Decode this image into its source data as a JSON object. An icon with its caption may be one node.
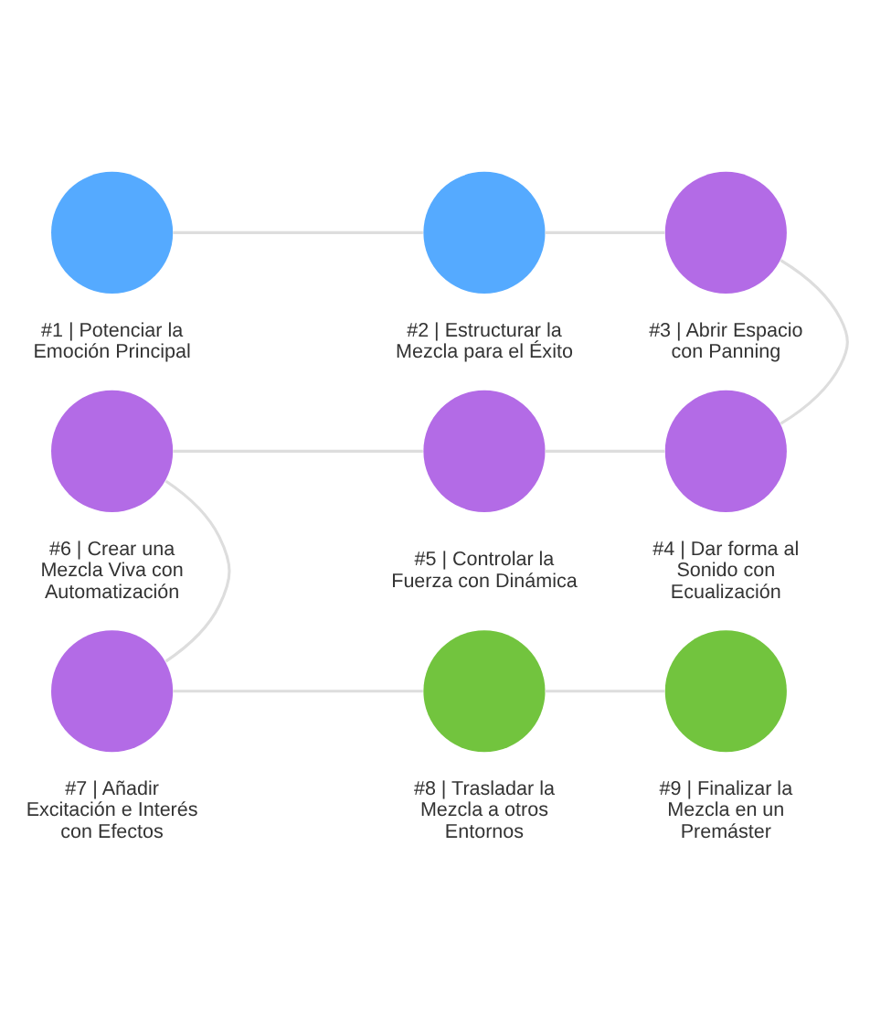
{
  "diagram": {
    "nodes": [
      {
        "text": [],
        "shape": "circle",
        "beside": [
          "#1 | Potenciar la Emoción Principal"
        ]
      },
      {
        "text": [],
        "shape": "circle",
        "beside": [
          "#2 | Estructurar la Mezcla para el Éxito"
        ]
      },
      {
        "text": [],
        "shape": "circle",
        "beside": [
          "#3 | Abrir Espacio con Panning"
        ]
      },
      {
        "text": [],
        "shape": "circle",
        "beside": [
          "#4 | Dar forma al Sonido con Ecualización"
        ]
      },
      {
        "text": [],
        "shape": "circle",
        "beside": [
          "#5 | Controlar la Fuerza con Dinámica"
        ]
      },
      {
        "text": [],
        "shape": "circle",
        "beside": [
          "#6 | Crear una Mezcla Viva con Automatización"
        ]
      },
      {
        "text": [],
        "shape": "circle",
        "beside": [
          "#7 | Añadir Excitación e Interés con Efectos"
        ]
      },
      {
        "text": [],
        "shape": "circle",
        "beside": [
          "#8 | Trasladar la Mezcla a otros Entornos"
        ]
      },
      {
        "text": [],
        "shape": "circle",
        "beside": [
          "#9 | Finalizar la Mezcla en un Premáster"
        ]
      }
    ],
    "edges": [
      {
        "from": 0,
        "to": 1,
        "arrow": "none"
      },
      {
        "from": 1,
        "to": 2,
        "arrow": "none"
      },
      {
        "from": 2,
        "to": 3,
        "arrow": "none"
      },
      {
        "from": 4,
        "to": 3,
        "arrow": "none"
      },
      {
        "from": 5,
        "to": 4,
        "arrow": "none"
      },
      {
        "from": 5,
        "to": 6,
        "arrow": "none"
      },
      {
        "from": 6,
        "to": 7,
        "arrow": "none"
      },
      {
        "from": 7,
        "to": 8,
        "arrow": "none"
      }
    ]
  }
}
